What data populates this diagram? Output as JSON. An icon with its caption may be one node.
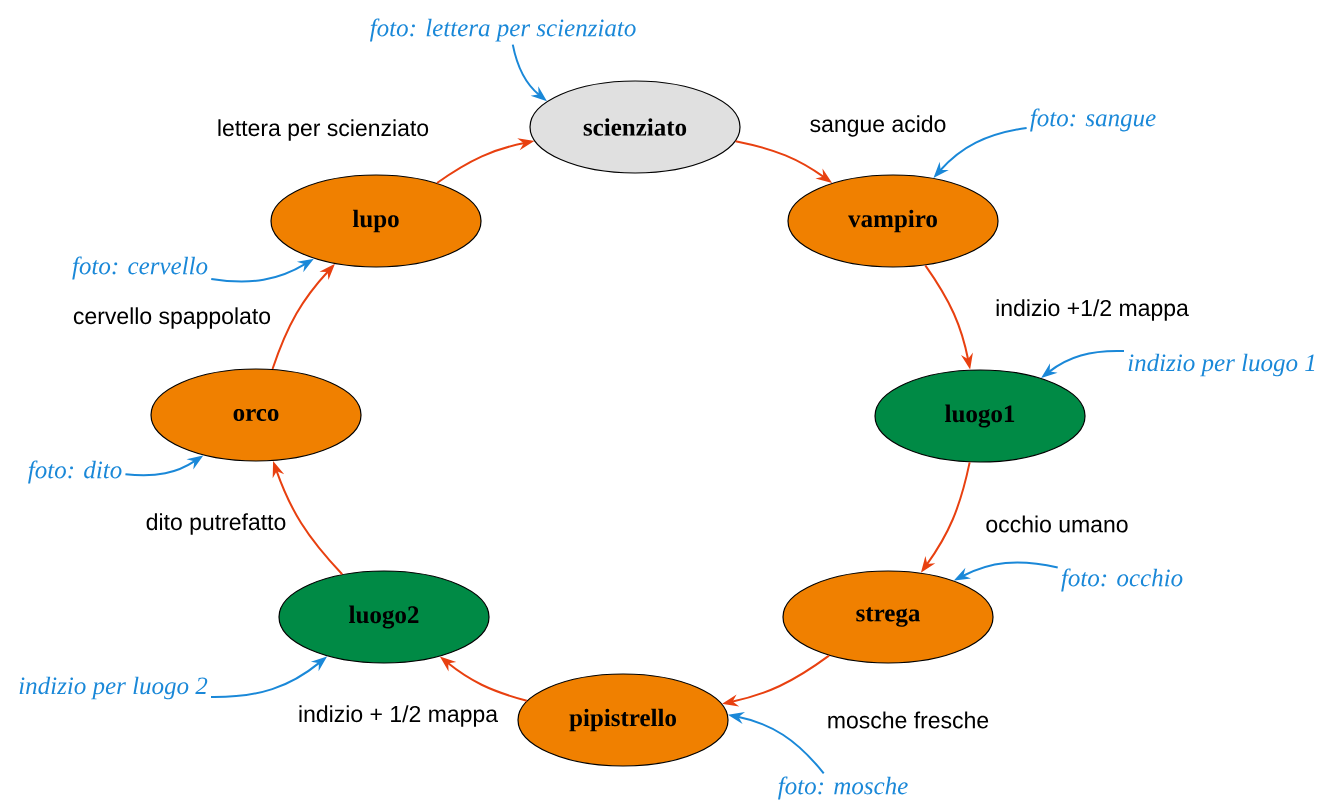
{
  "diagram": {
    "nodes": [
      {
        "text": [
          "scienziato"
        ]
      },
      {
        "text": [
          "vampiro"
        ]
      },
      {
        "text": [
          "luogo1"
        ]
      },
      {
        "text": [
          "strega"
        ]
      },
      {
        "text": [
          "pipistrello"
        ]
      },
      {
        "text": [
          "luogo2"
        ]
      },
      {
        "text": [
          "orco"
        ]
      },
      {
        "text": [
          "lupo"
        ]
      },
      {
        "text": [
          "foto: lettera per scienziato"
        ]
      },
      {
        "text": [
          "foto: sangue"
        ]
      },
      {
        "text": [
          "indizio per luogo 1"
        ]
      },
      {
        "text": [
          "foto: occhio"
        ]
      },
      {
        "text": [
          "foto: mosche"
        ]
      },
      {
        "text": [
          "indizio per luogo 2"
        ]
      },
      {
        "text": [
          "foto: dito"
        ]
      },
      {
        "text": [
          "foto: cervello"
        ]
      }
    ],
    "edges": [
      {
        "from": 0,
        "to": 1,
        "arrow": "to",
        "label": "sangue acido",
        "color": "#e84010"
      },
      {
        "from": 1,
        "to": 2,
        "arrow": "to",
        "label": "indizio +1/2 mappa",
        "color": "#e84010"
      },
      {
        "from": 2,
        "to": 3,
        "arrow": "to",
        "label": "occhio umano",
        "color": "#e84010"
      },
      {
        "from": 3,
        "to": 4,
        "arrow": "to",
        "label": "mosche fresche",
        "color": "#e84010"
      },
      {
        "from": 4,
        "to": 5,
        "arrow": "to",
        "label": "indizio + 1/2 mappa",
        "color": "#e84010"
      },
      {
        "from": 5,
        "to": 6,
        "arrow": "to",
        "label": "dito putrefatto",
        "color": "#e84010"
      },
      {
        "from": 6,
        "to": 7,
        "arrow": "to",
        "label": "cervello spappolato",
        "color": "#e84010"
      },
      {
        "from": 7,
        "to": 0,
        "arrow": "to",
        "label": "lettera per scienziato",
        "color": "#e84010"
      },
      {
        "from": 8,
        "to": 0,
        "arrow": "to",
        "color": "#1a88d8"
      },
      {
        "from": 9,
        "to": 1,
        "arrow": "to",
        "color": "#1a88d8"
      },
      {
        "from": 10,
        "to": 2,
        "arrow": "to",
        "color": "#1a88d8"
      },
      {
        "from": 11,
        "to": 3,
        "arrow": "to",
        "color": "#1a88d8"
      },
      {
        "from": 12,
        "to": 4,
        "arrow": "to",
        "color": "#1a88d8"
      },
      {
        "from": 13,
        "to": 5,
        "arrow": "to",
        "color": "#1a88d8"
      },
      {
        "from": 14,
        "to": 6,
        "arrow": "to",
        "color": "#1a88d8"
      },
      {
        "from": 15,
        "to": 7,
        "arrow": "to",
        "color": "#1a88d8"
      }
    ]
  }
}
